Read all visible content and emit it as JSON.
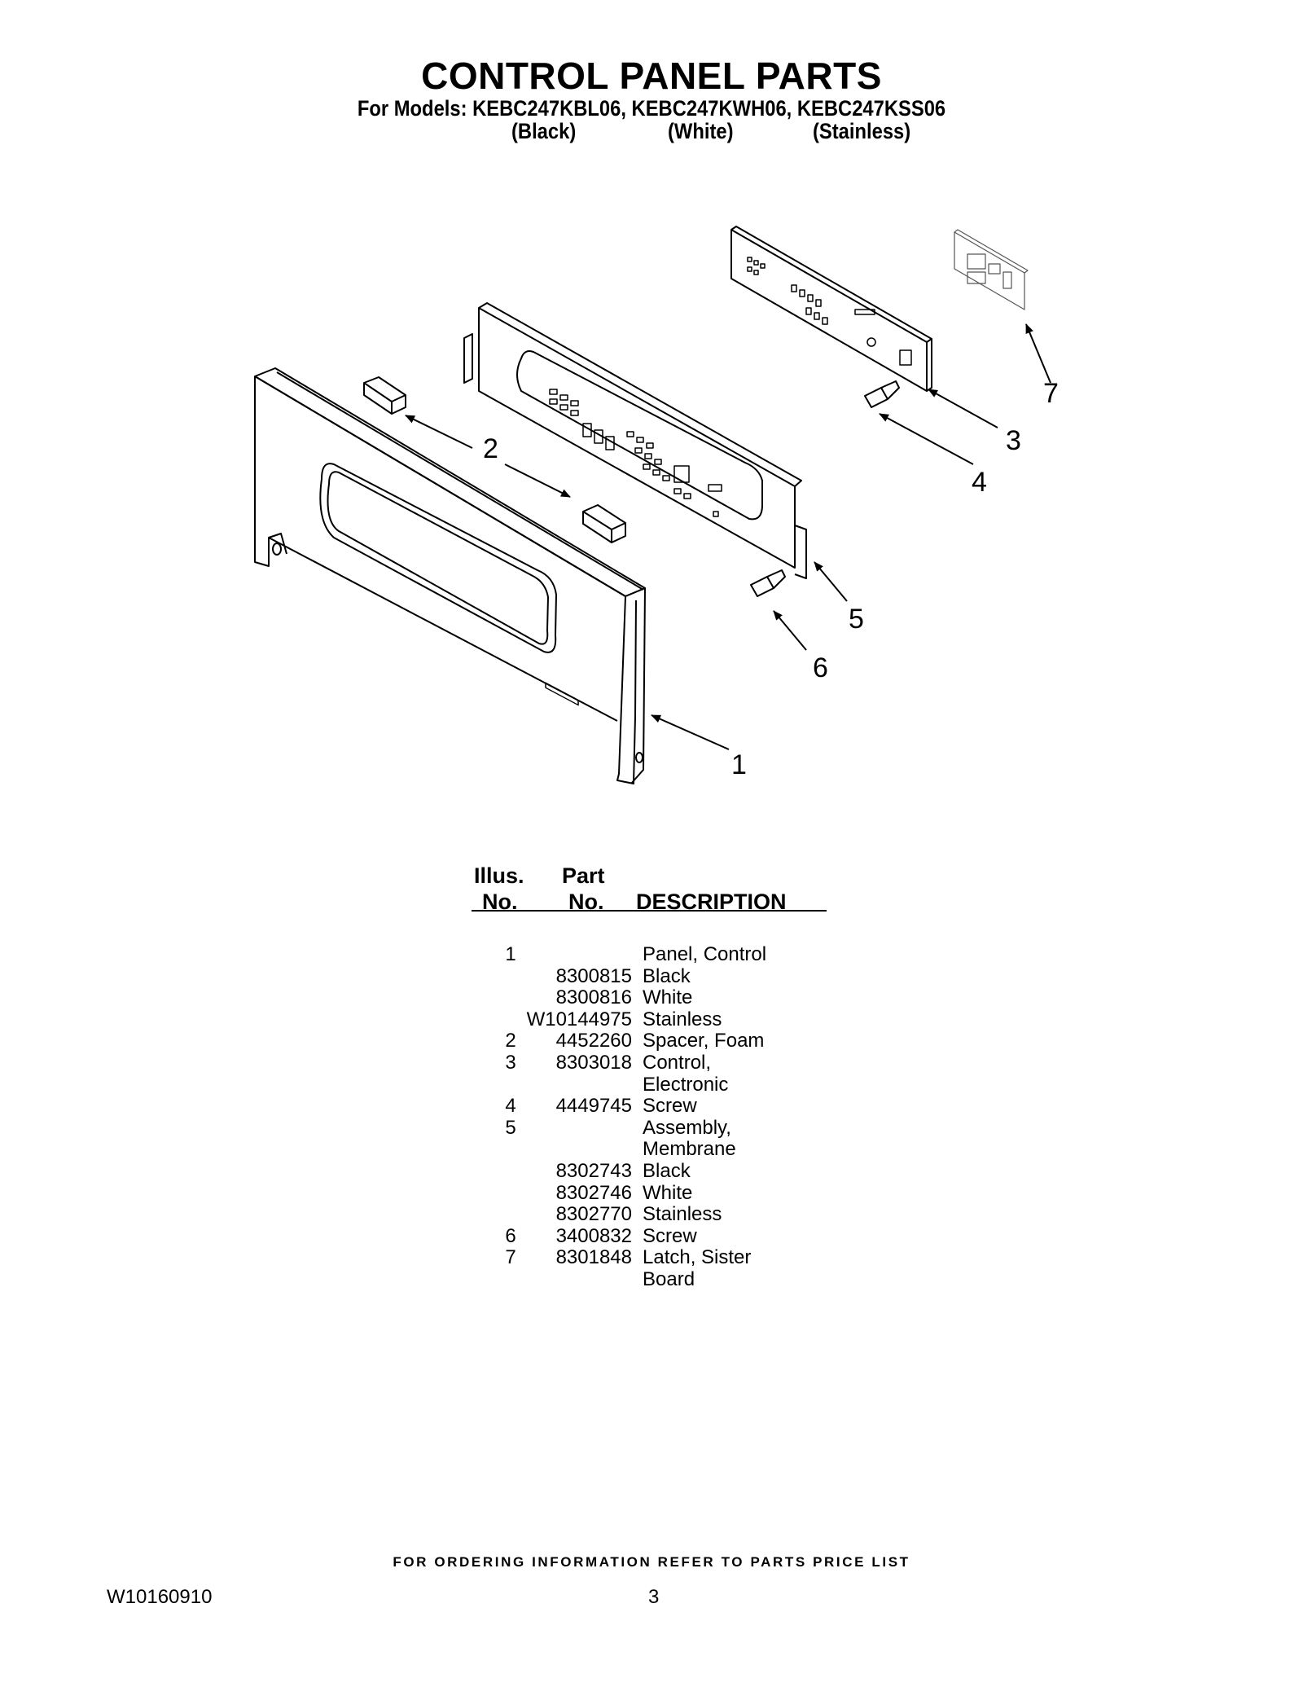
{
  "header": {
    "title": "CONTROL PANEL PARTS",
    "models_line": "For Models: KEBC247KBL06, KEBC247KWH06, KEBC247KSS06",
    "color_black": "(Black)",
    "color_white": "(White)",
    "color_stainless": "(Stainless)"
  },
  "diagram": {
    "callouts": [
      "1",
      "2",
      "3",
      "4",
      "5",
      "6",
      "7"
    ]
  },
  "table": {
    "headers": {
      "illus_top": "Illus.",
      "illus_bottom": "No.",
      "part_top": "Part",
      "part_bottom": "No.",
      "description": "DESCRIPTION"
    },
    "rows": [
      {
        "illus": "1",
        "part": "",
        "desc": "Panel, Control"
      },
      {
        "illus": "",
        "part": "8300815",
        "desc": "Black"
      },
      {
        "illus": "",
        "part": "8300816",
        "desc": "White"
      },
      {
        "illus": "",
        "part": "W10144975",
        "desc": "Stainless"
      },
      {
        "illus": "2",
        "part": "4452260",
        "desc": "Spacer, Foam"
      },
      {
        "illus": "3",
        "part": "8303018",
        "desc": "Control,"
      },
      {
        "illus": "",
        "part": "",
        "desc": "Electronic"
      },
      {
        "illus": "4",
        "part": "4449745",
        "desc": "Screw"
      },
      {
        "illus": "5",
        "part": "",
        "desc": "Assembly,"
      },
      {
        "illus": "",
        "part": "",
        "desc": "Membrane"
      },
      {
        "illus": "",
        "part": "8302743",
        "desc": "Black"
      },
      {
        "illus": "",
        "part": "8302746",
        "desc": "White"
      },
      {
        "illus": "",
        "part": "8302770",
        "desc": "Stainless"
      },
      {
        "illus": "6",
        "part": "3400832",
        "desc": "Screw"
      },
      {
        "illus": "7",
        "part": "8301848",
        "desc": "Latch, Sister"
      },
      {
        "illus": "",
        "part": "",
        "desc": "Board"
      }
    ]
  },
  "footer": {
    "ordering_note": "FOR ORDERING INFORMATION REFER TO PARTS PRICE LIST",
    "doc_number": "W10160910",
    "page_number": "3"
  }
}
